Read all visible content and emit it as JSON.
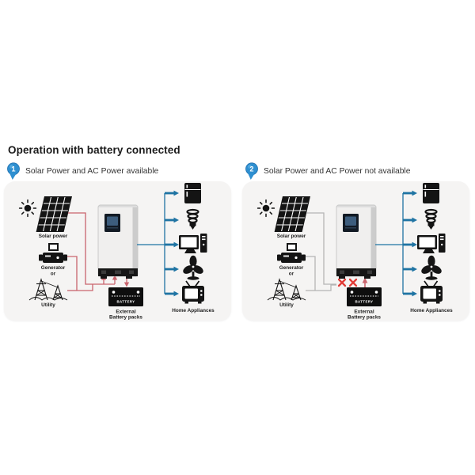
{
  "page": {
    "title": "Operation with battery connected"
  },
  "colors": {
    "marker_blue": "#2e8fd0",
    "flow_blue": "#1f74a3",
    "flow_red": "#c9646d",
    "unavailable_gray": "#b5b5b5",
    "cross_red": "#e13b36",
    "card_background": "#f5f4f3",
    "icon_black": "#141414"
  },
  "icons": [
    "numbered-pin-marker",
    "sun-icon",
    "solar-panel-icon",
    "generator-icon",
    "utility-grid-icon",
    "inverter-icon",
    "battery-icon",
    "refrigerator-icon",
    "cfl-bulb-icon",
    "computer-icon",
    "fan-icon",
    "tv-icon",
    "arrow-icon"
  ],
  "panels": [
    {
      "marker": "1",
      "heading": "Solar Power and AC Power available",
      "labels": {
        "solar": "Solar power",
        "generator": "Generator",
        "or": "or",
        "utility": "Utility",
        "battery_unit": "BATTERY",
        "battery_line1": "External",
        "battery_line2": "Battery packs",
        "appliances": "Home Appliances"
      },
      "power_state": {
        "solar_available": true,
        "ac_available": true,
        "battery_flow": "inverter to battery (charging)"
      }
    },
    {
      "marker": "2",
      "heading": "Solar Power and AC Power not available",
      "labels": {
        "solar": "Solar power",
        "generator": "Generator",
        "or": "or",
        "utility": "Utility",
        "battery_unit": "BATTERY",
        "battery_line1": "External",
        "battery_line2": "Battery packs",
        "appliances": "Home Appliances"
      },
      "power_state": {
        "solar_available": false,
        "ac_available": false,
        "battery_flow": "battery to inverter (discharging)"
      }
    }
  ]
}
